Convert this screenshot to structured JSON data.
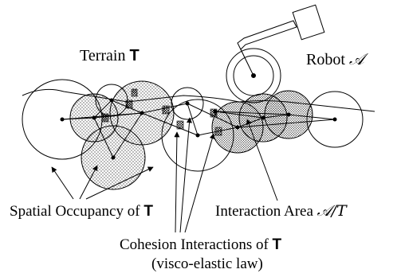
{
  "labels": {
    "terrain": "Terrain",
    "terrain_symbol": "T",
    "robot": "Robot",
    "robot_symbol": "𝒜",
    "spatial_occupancy": "Spatial Occupancy of",
    "spatial_symbol": "T",
    "interaction_area": "Interaction Area",
    "interaction_symbol": "𝒜/T",
    "cohesion_interactions": "Cohesion Interactions of",
    "cohesion_symbol": "T",
    "visco_elastic": "(visco-elastic law)"
  },
  "colors": {
    "ink": "#000000",
    "stipple_dark": "#555555",
    "stipple_light": "#8a8a8a",
    "background": "#ffffff"
  }
}
